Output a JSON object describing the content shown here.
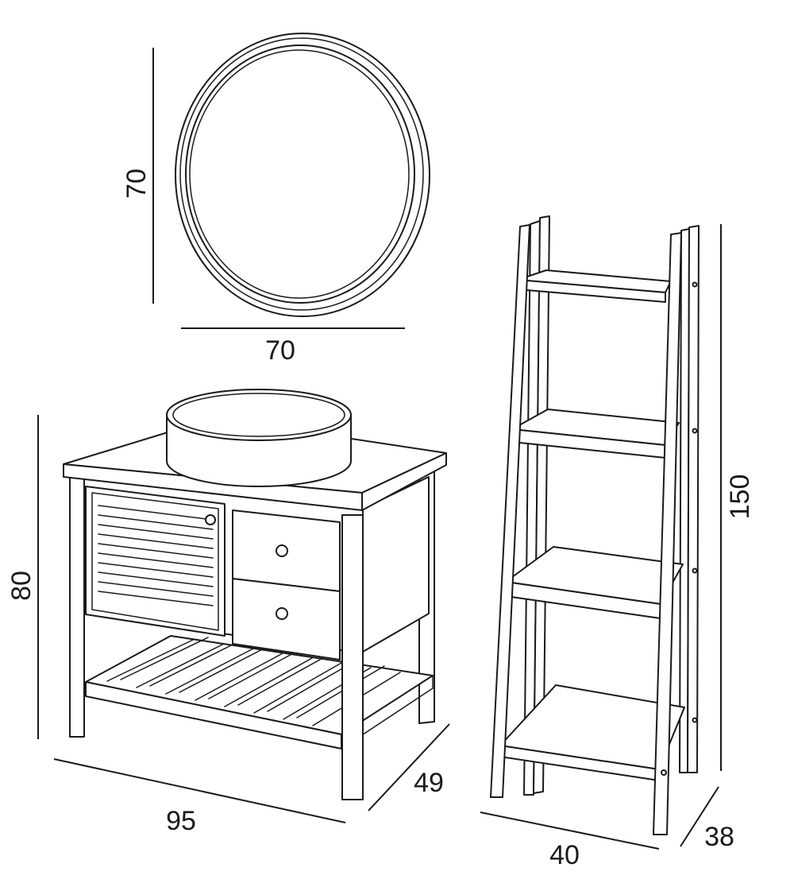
{
  "mirror": {
    "height": "70",
    "width": "70"
  },
  "vanity": {
    "height": "80",
    "width": "95",
    "depth": "49"
  },
  "shelf": {
    "height": "150",
    "width": "40",
    "depth": "38"
  },
  "colors": {
    "line": "#1a1a1a",
    "background": "#ffffff"
  }
}
